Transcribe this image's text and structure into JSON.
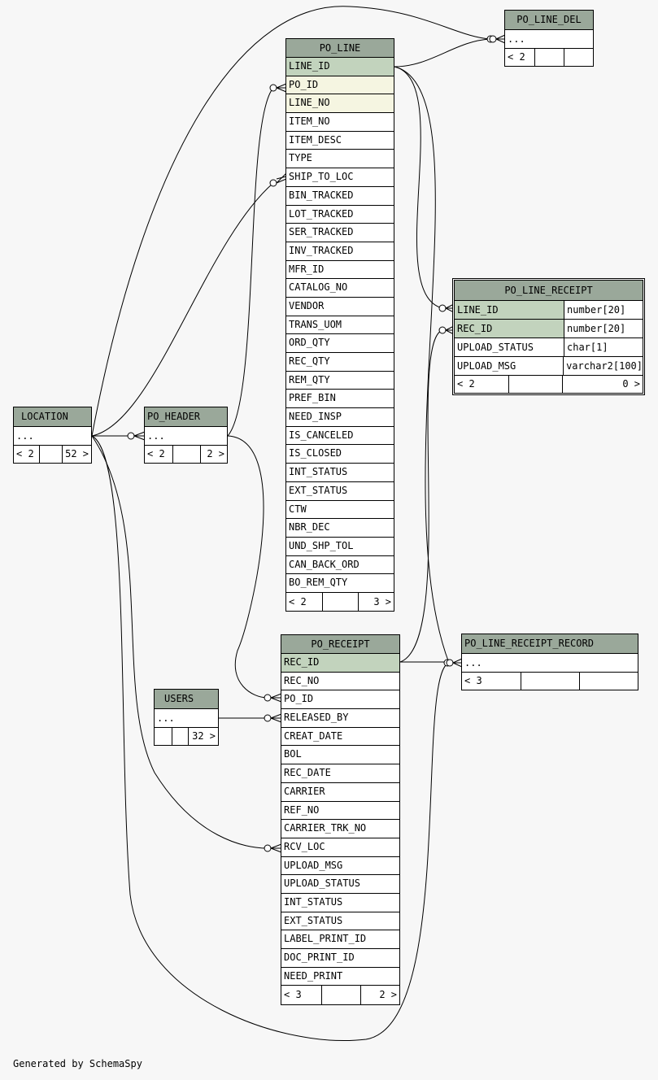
{
  "po_line": {
    "title": "PO_LINE",
    "columns": [
      "LINE_ID",
      "PO_ID",
      "LINE_NO",
      "ITEM_NO",
      "ITEM_DESC",
      "TYPE",
      "SHIP_TO_LOC",
      "BIN_TRACKED",
      "LOT_TRACKED",
      "SER_TRACKED",
      "INV_TRACKED",
      "MFR_ID",
      "CATALOG_NO",
      "VENDOR",
      "TRANS_UOM",
      "ORD_QTY",
      "REC_QTY",
      "REM_QTY",
      "PREF_BIN",
      "NEED_INSP",
      "IS_CANCELED",
      "IS_CLOSED",
      "INT_STATUS",
      "EXT_STATUS",
      "CTW",
      "NBR_DEC",
      "UND_SHP_TOL",
      "CAN_BACK_ORD",
      "BO_REM_QTY"
    ],
    "footer_left": "< 2",
    "footer_right": "3 >"
  },
  "po_line_del": {
    "title": "PO_LINE_DEL",
    "placeholder": "...",
    "footer_left": "< 2"
  },
  "po_line_receipt": {
    "title": "PO_LINE_RECEIPT",
    "columns": [
      {
        "name": "LINE_ID",
        "type": "number[20]"
      },
      {
        "name": "REC_ID",
        "type": "number[20]"
      },
      {
        "name": "UPLOAD_STATUS",
        "type": "char[1]"
      },
      {
        "name": "UPLOAD_MSG",
        "type": "varchar2[100]"
      }
    ],
    "footer_left": "< 2",
    "footer_right": "0 >"
  },
  "location": {
    "title": "LOCATION",
    "placeholder": "...",
    "footer_left": "< 2",
    "footer_right": "52 >"
  },
  "po_header": {
    "title": "PO_HEADER",
    "placeholder": "...",
    "footer_left": "< 2",
    "footer_right": "2 >"
  },
  "po_receipt": {
    "title": "PO_RECEIPT",
    "columns": [
      "REC_ID",
      "REC_NO",
      "PO_ID",
      "RELEASED_BY",
      "CREAT_DATE",
      "BOL",
      "REC_DATE",
      "CARRIER",
      "REF_NO",
      "CARRIER_TRK_NO",
      "RCV_LOC",
      "UPLOAD_MSG",
      "UPLOAD_STATUS",
      "INT_STATUS",
      "EXT_STATUS",
      "LABEL_PRINT_ID",
      "DOC_PRINT_ID",
      "NEED_PRINT"
    ],
    "footer_left": "< 3",
    "footer_right": "2 >"
  },
  "po_line_receipt_record": {
    "title": "PO_LINE_RECEIPT_RECORD",
    "placeholder": "...",
    "footer_left": "< 3"
  },
  "users": {
    "title": "USERS",
    "placeholder": "...",
    "footer_right": "32 >"
  },
  "footer_note": "Generated by SchemaSpy",
  "colors": {
    "header": "#9aa89a",
    "primary_key": "#c2d3bd",
    "foreign_key": "#f5f5e1",
    "background": "#f7f7f7"
  }
}
